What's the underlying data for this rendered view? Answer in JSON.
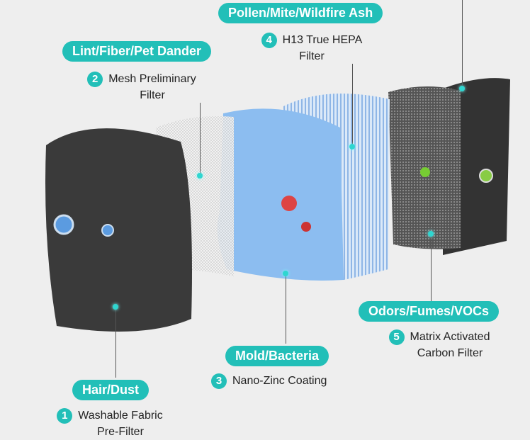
{
  "colors": {
    "accent": "#22bfb8",
    "background": "#eeeeee"
  },
  "layers": [
    {
      "number": "1",
      "category": "Hair/Dust",
      "name_line1": "Washable Fabric",
      "name_line2": "Pre-Filter"
    },
    {
      "number": "2",
      "category": "Lint/Fiber/Pet Dander",
      "name_line1": "Mesh Preliminary",
      "name_line2": "Filter"
    },
    {
      "number": "3",
      "category": "Mold/Bacteria",
      "name_line1": "Nano-Zinc Coating",
      "name_line2": ""
    },
    {
      "number": "4",
      "category": "Pollen/Mite/Wildfire Ash",
      "name_line1": "H13 True HEPA",
      "name_line2": "Filter"
    },
    {
      "number": "5",
      "category": "Odors/Fumes/VOCs",
      "name_line1": "Matrix Activated",
      "name_line2": "Carbon Filter"
    }
  ]
}
